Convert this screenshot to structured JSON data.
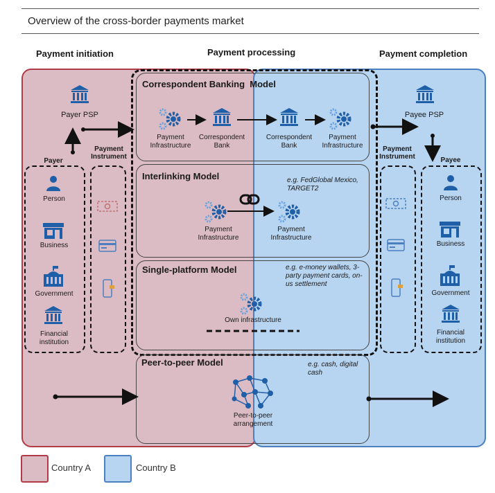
{
  "title": "Overview of the cross-border payments market",
  "columns": {
    "initiation": "Payment initiation",
    "processing": "Payment processing",
    "completion": "Payment completion"
  },
  "left": {
    "payer_psp": "Payer PSP",
    "payer": "Payer",
    "payment_instrument": "Payment Instrument",
    "person": "Person",
    "business": "Business",
    "government": "Government",
    "financial_institution": "Financial institution"
  },
  "right": {
    "payee_psp": "Payee PSP",
    "payee": "Payee",
    "payment_instrument": "Payment Instrument",
    "person": "Person",
    "business": "Business",
    "government": "Government",
    "financial_institution": "Financial institution"
  },
  "models": {
    "correspondent": {
      "title": "Correspondent Banking  Model",
      "payment_infra_a": "Payment Infrastructure",
      "bank_a": "Correspondent Bank",
      "bank_b": "Correspondent Bank",
      "payment_infra_b": "Payment Infrastructure"
    },
    "interlinking": {
      "title": "Interlinking Model",
      "note": "e.g. FedGlobal Mexico, TARGET2",
      "infra_a": "Payment Infrastructure",
      "infra_b": "Payment Infrastructure"
    },
    "single_platform": {
      "title": "Single-platform Model",
      "note": "e.g. e-money wallets, 3-party payment cards, on-us settlement",
      "own": "Own infrastructure"
    },
    "p2p": {
      "title": "Peer-to-peer Model",
      "note": "e.g. cash, digital cash",
      "arrangement": "Peer-to-peer arrangement"
    }
  },
  "legend": {
    "country_a": "Country A",
    "country_b": "Country B"
  },
  "colors": {
    "country_a_fill": "#dcbcc4",
    "country_a_border": "#b03a46",
    "country_b_fill": "#b7d4f0",
    "country_b_border": "#4b7fbf",
    "icon_blue": "#1f5fa8"
  }
}
